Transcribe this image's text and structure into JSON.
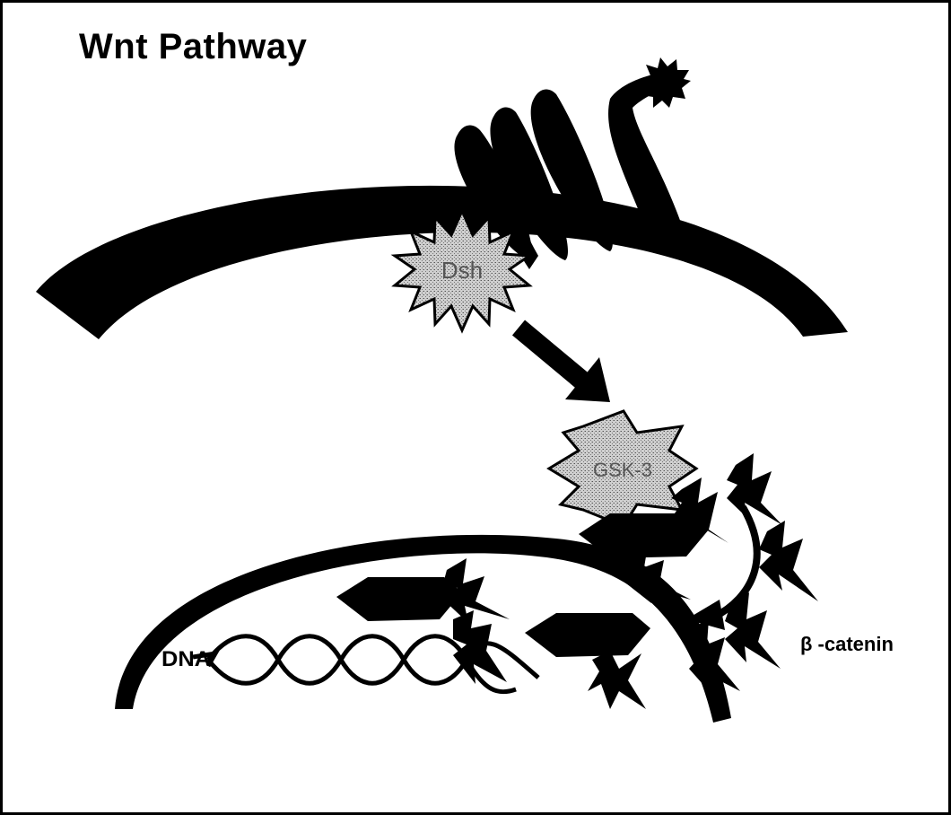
{
  "title": "Wnt Pathway",
  "labels": {
    "dsh": "Dsh",
    "gsk": "GSK-3",
    "dna": "DNA",
    "beta_catenin": "β -catenin"
  },
  "colors": {
    "ink": "#000000",
    "stipple": "#b3b3b3",
    "background": "#ffffff"
  }
}
